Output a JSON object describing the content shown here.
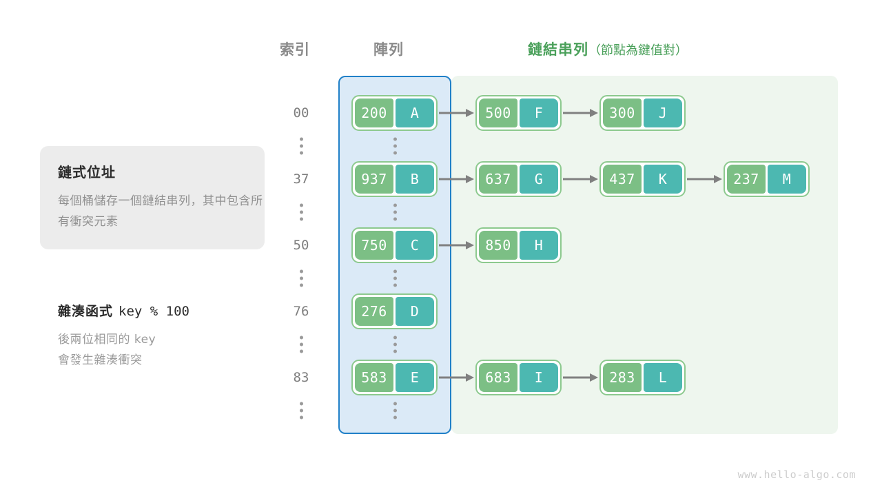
{
  "headers": {
    "index": "索引",
    "array": "陣列",
    "list_main": "鏈結串列",
    "list_sub": "（節點為鍵值對）"
  },
  "info_card": {
    "title": "鏈式位址",
    "body": "每個桶儲存一個鏈結串列，其中包含所有衝突元素"
  },
  "hash_note": {
    "label": "雜湊函式",
    "formula": "key % 100",
    "line1": "後兩位相同的 key",
    "line2": "會發生雜湊衝突"
  },
  "colors": {
    "array_panel_bg": "#dbeaf7",
    "array_panel_border": "#2080c8",
    "list_panel_bg": "#eef6ee",
    "node_border": "#8cc98e",
    "key_bg": "#7cbf85",
    "value_bg": "#4cb8b1",
    "arrow": "#808080",
    "header_gray": "#8a8a8a",
    "header_green": "#4aa05a"
  },
  "ellipsis_symbol": "⋮",
  "rows": [
    {
      "index": "00",
      "nodes": [
        {
          "key": "200",
          "value": "A"
        },
        {
          "key": "500",
          "value": "F"
        },
        {
          "key": "300",
          "value": "J"
        }
      ]
    },
    {
      "index": "37",
      "nodes": [
        {
          "key": "937",
          "value": "B"
        },
        {
          "key": "637",
          "value": "G"
        },
        {
          "key": "437",
          "value": "K"
        },
        {
          "key": "237",
          "value": "M"
        }
      ]
    },
    {
      "index": "50",
      "nodes": [
        {
          "key": "750",
          "value": "C"
        },
        {
          "key": "850",
          "value": "H"
        }
      ]
    },
    {
      "index": "76",
      "nodes": [
        {
          "key": "276",
          "value": "D"
        }
      ]
    },
    {
      "index": "83",
      "nodes": [
        {
          "key": "583",
          "value": "E"
        },
        {
          "key": "683",
          "value": "I"
        },
        {
          "key": "283",
          "value": "L"
        }
      ]
    }
  ],
  "watermark": "www.hello-algo.com"
}
